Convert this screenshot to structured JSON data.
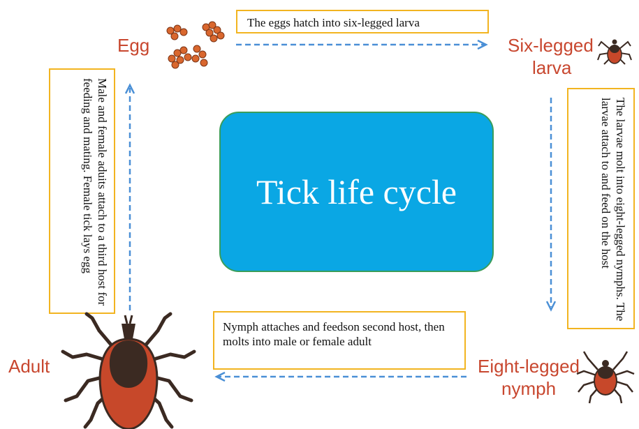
{
  "title": "Tick life cycle",
  "stages": {
    "egg": "Egg",
    "larva_line1": "Six-legged",
    "larva_line2": "larva",
    "nymph_line1": "Eight-legged",
    "nymph_line2": "nymph",
    "adult": "Adult"
  },
  "transitions": {
    "egg_to_larva": "The eggs hatch into six-legged larva",
    "larva_to_nymph": "The larvae molt into eight-legged nymphs. The larvae attach to and feed on the host",
    "nymph_to_adult": "Nymph attaches and feedson second host, then molts into male or female adult",
    "adult_to_egg": "Male and female aduits attach to a third host for feeding and mating. Female tick lays egg"
  },
  "colors": {
    "stage_label": "#c8472f",
    "center_fill": "#0aa7e4",
    "center_border": "#3a9d5a",
    "box_border": "#f2b420",
    "arrow": "#4a8fd6",
    "tick_body": "#c7482a",
    "tick_shield": "#3b2a22"
  }
}
